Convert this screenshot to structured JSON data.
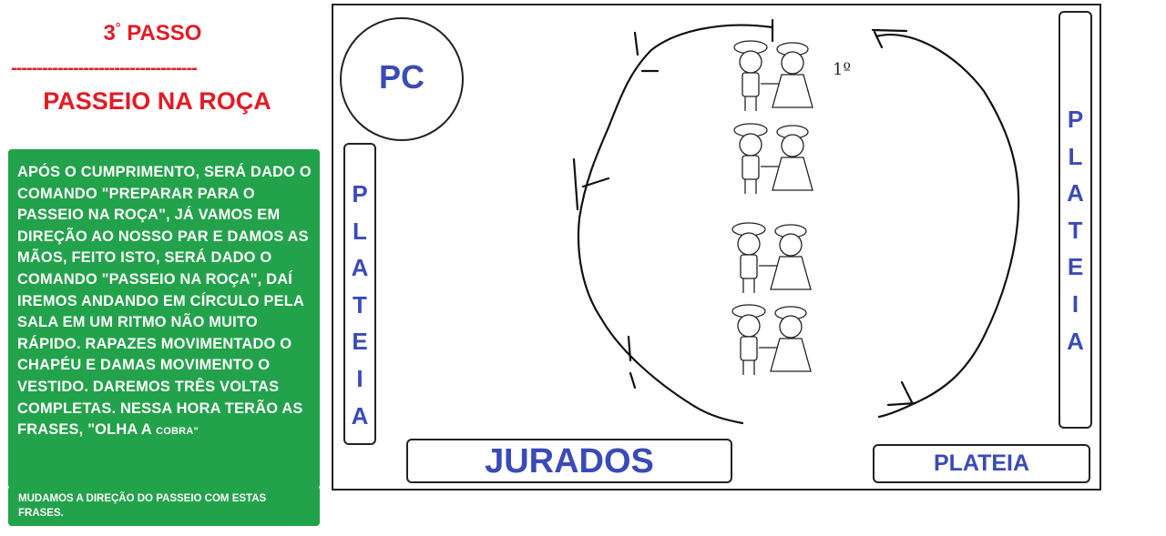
{
  "step": {
    "number": "3",
    "degree": "°",
    "label": "PASSO"
  },
  "divider": "------------------------------------",
  "title": "PASSEIO NA ROÇA",
  "instructions": {
    "text": "APÓS O CUMPRIMENTO, SERÁ DADO O COMANDO \"PREPARAR PARA O PASSEIO NA ROÇA\", JÁ VAMOS EM DIREÇÃO AO NOSSO PAR E DAMOS AS MÃOS, FEITO ISTO, SERÁ DADO O COMANDO \"PASSEIO NA ROÇA\", DAÍ IREMOS ANDANDO EM CÍRCULO PELA SALA EM UM RITMO NÃO MUITO RÁPIDO. RAPAZES MOVIMENTADO O CHAPÉU E DAMAS MOVIMENTO O VESTIDO. DAREMOS TRÊS VOLTAS COMPLETAS. NESSA HORA TERÃO AS FRASES, \"OLHA A ",
    "small": "COBRA\"",
    "continuation": "MUDAMOS A DIREÇÃO DO PASSEIO COM ESTAS FRASES."
  },
  "diagram": {
    "pc": "PC",
    "plateia_left": [
      "P",
      "L",
      "A",
      "T",
      "E",
      "I",
      "A"
    ],
    "plateia_right": [
      "P",
      "L",
      "A",
      "T",
      "E",
      "I",
      "A"
    ],
    "jurados": "JURADOS",
    "plateia_bottom": "PLATEIA",
    "first_mark": "1º",
    "couples": [
      "couple-1",
      "couple-2",
      "couple-3",
      "couple-4"
    ],
    "colors": {
      "title_red": "#e31b23",
      "label_blue": "#3a4bb7",
      "box_green": "#22a24a"
    }
  }
}
